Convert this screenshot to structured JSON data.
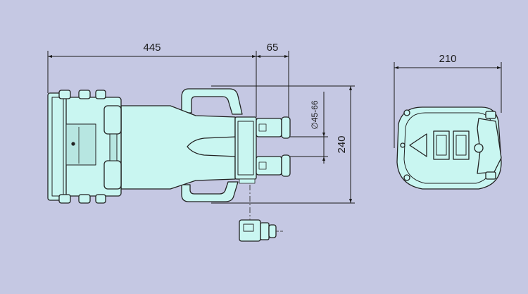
{
  "colors": {
    "background": "#c5c8e3",
    "body_fill": "#c9f6f1",
    "outline": "#222222",
    "dimension_line": "#1a1a1a",
    "centerline": "#444444"
  },
  "dimensions": {
    "overall_length": "445",
    "outlet_length": "65",
    "height": "240",
    "cable_diameter": "∅45-66",
    "width": "210"
  }
}
